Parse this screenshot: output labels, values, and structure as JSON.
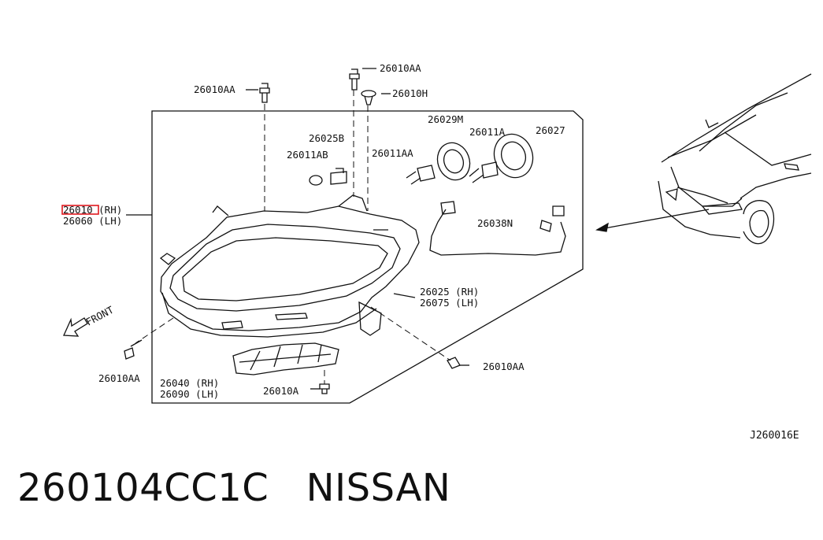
{
  "diagram": {
    "callouts": {
      "assembly_rh": "26010 (RH)",
      "assembly_lh": "26060 (LH)",
      "bolt_top_left": "26010AA",
      "bolt_top_center": "26010AA",
      "clip": "26010H",
      "socket_b": "26025B",
      "bulb_ab": "26011AB",
      "cap_m": "26029M",
      "bulb_a": "26011A",
      "cap": "26027",
      "bulb_aa": "26011AA",
      "harness": "26038N",
      "lens_rh": "26025 (RH)",
      "lens_lh": "26075 (LH)",
      "bolt_right": "26010AA",
      "bolt_lower_left": "26010AA",
      "bracket_rh": "26040 (RH)",
      "bracket_lh": "26090 (LH)",
      "bolt_bottom": "26010A",
      "front_arrow": "FRONT"
    },
    "drawing_code": "J260016E"
  },
  "part": {
    "number": "260104CC1C",
    "brand": "NISSAN"
  },
  "colors": {
    "line": "#111111",
    "highlight": "#e0191f"
  }
}
